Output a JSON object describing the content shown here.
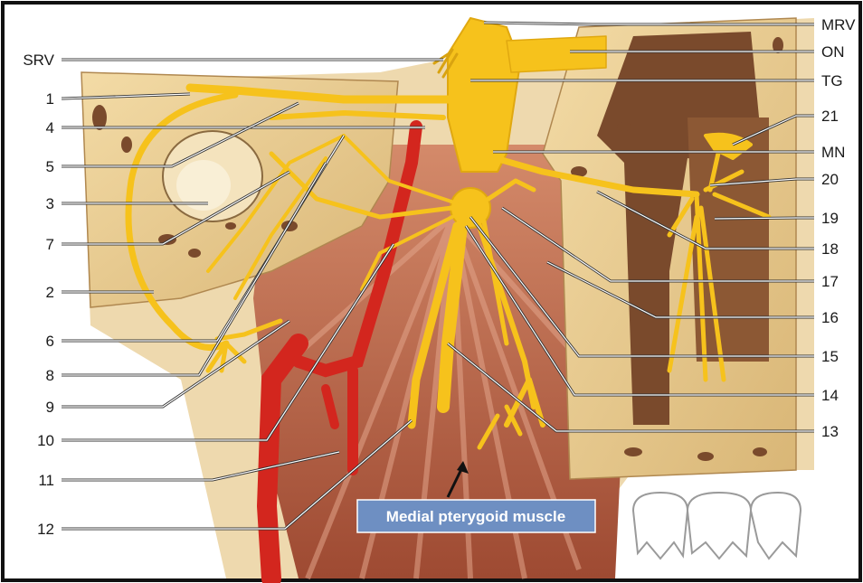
{
  "left_labels": [
    "SRV",
    "1",
    "4",
    "5",
    "3",
    "7",
    "2",
    "6",
    "8",
    "9",
    "10",
    "11",
    "12"
  ],
  "right_labels": [
    "MRV",
    "ON",
    "TG",
    "21",
    "MN",
    "20",
    "19",
    "18",
    "17",
    "16",
    "15",
    "14",
    "13"
  ],
  "caption": "Medial pterygoid muscle",
  "colors": {
    "nerve": "#f6c21c",
    "nerve_dark": "#e0a810",
    "vessel": "#d3261e",
    "muscle": "#b85a3c",
    "bone": "#e7c98d",
    "bone_dark": "#8a5a3a",
    "caption_box": "#6e8fc2",
    "background_tissue": "#f0dcb4"
  }
}
